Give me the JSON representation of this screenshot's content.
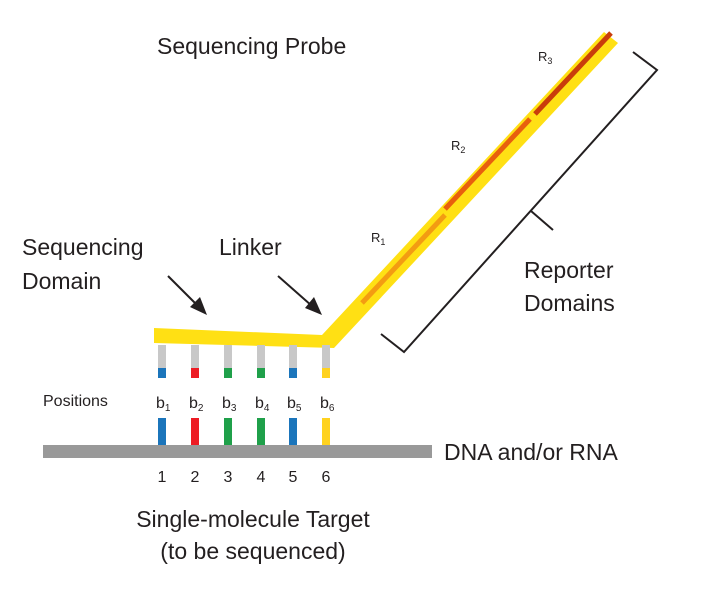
{
  "title": "Sequencing Probe",
  "labels": {
    "sequencing_domain_line1": "Sequencing",
    "sequencing_domain_line2": "Domain",
    "linker": "Linker",
    "reporter_line1": "Reporter",
    "reporter_line2": "Domains",
    "target_strand": "DNA and/or RNA",
    "target_line1": "Single-molecule Target",
    "target_line2": "(to be sequenced)",
    "positions": "Positions"
  },
  "reporters": [
    {
      "base": "R",
      "sub": "1",
      "color": "#f39c12"
    },
    {
      "base": "R",
      "sub": "2",
      "color": "#e8600d"
    },
    {
      "base": "R",
      "sub": "3",
      "color": "#c93d0b"
    }
  ],
  "bases": [
    {
      "base": "b",
      "sub": "1",
      "position": "1",
      "color": "#1b75bb"
    },
    {
      "base": "b",
      "sub": "2",
      "position": "2",
      "color": "#ed1c24"
    },
    {
      "base": "b",
      "sub": "3",
      "position": "3",
      "color": "#1fa04a"
    },
    {
      "base": "b",
      "sub": "4",
      "position": "4",
      "color": "#1fa04a"
    },
    {
      "base": "b",
      "sub": "5",
      "position": "5",
      "color": "#1b75bb"
    },
    {
      "base": "b",
      "sub": "6",
      "position": "6",
      "color": "#ffd21f"
    }
  ],
  "colors": {
    "probe": "#ffe014",
    "target_strand": "#999999",
    "stub": "#c8c8c8",
    "text": "#231f20"
  }
}
